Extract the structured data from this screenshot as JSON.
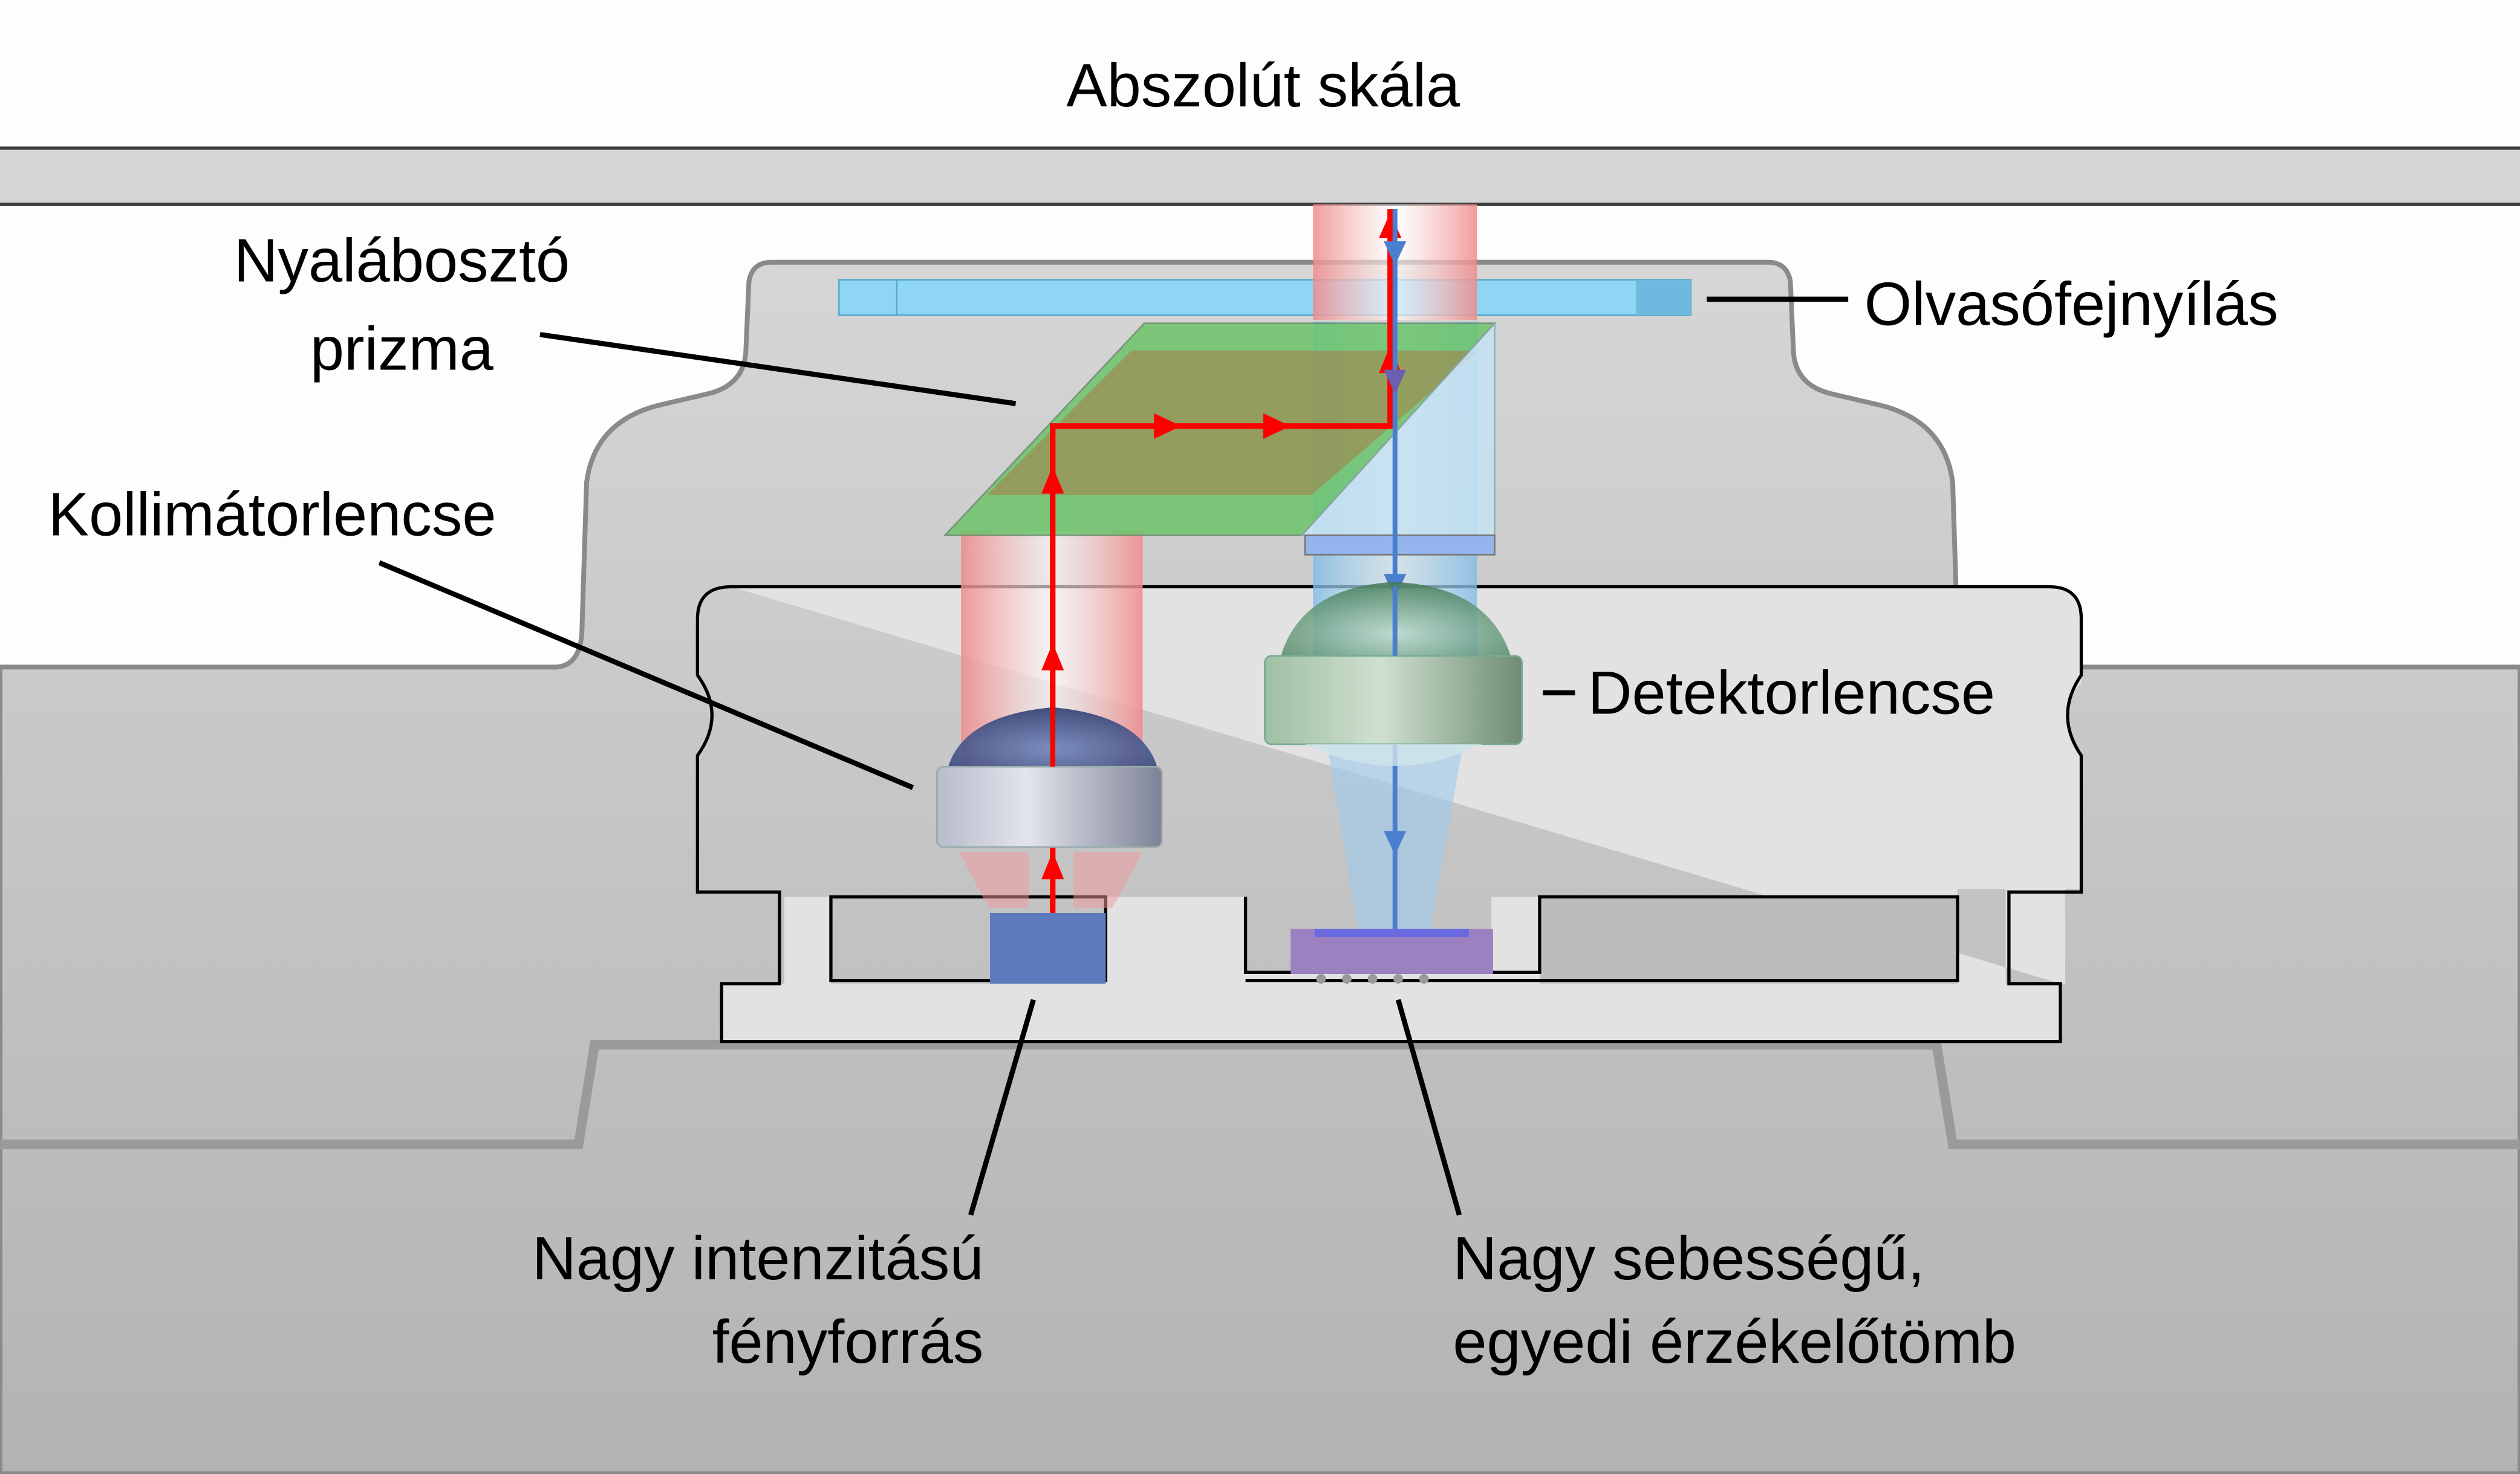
{
  "title": "Abszolút skála",
  "labels": {
    "beam_splitter": [
      "Nyalábosztó",
      "prizma"
    ],
    "readhead_window": "Olvasófejnyílás",
    "collimator_lens": "Kollimátorlencse",
    "detector_lens": "Detektorlencse",
    "light_source": [
      "Nagy intenzitású",
      "fényforrás"
    ],
    "detector_array": [
      "Nagy sebességű,",
      "egyedi érzékelőtömb"
    ]
  },
  "colors": {
    "emitted_beam": "#ff0000",
    "reflected_beam": "#4a7fcf",
    "prism": "#6cc46a",
    "window": "#8fd6f5",
    "light_source": "#5b7bbd",
    "detector_array": "#9b80c2"
  }
}
